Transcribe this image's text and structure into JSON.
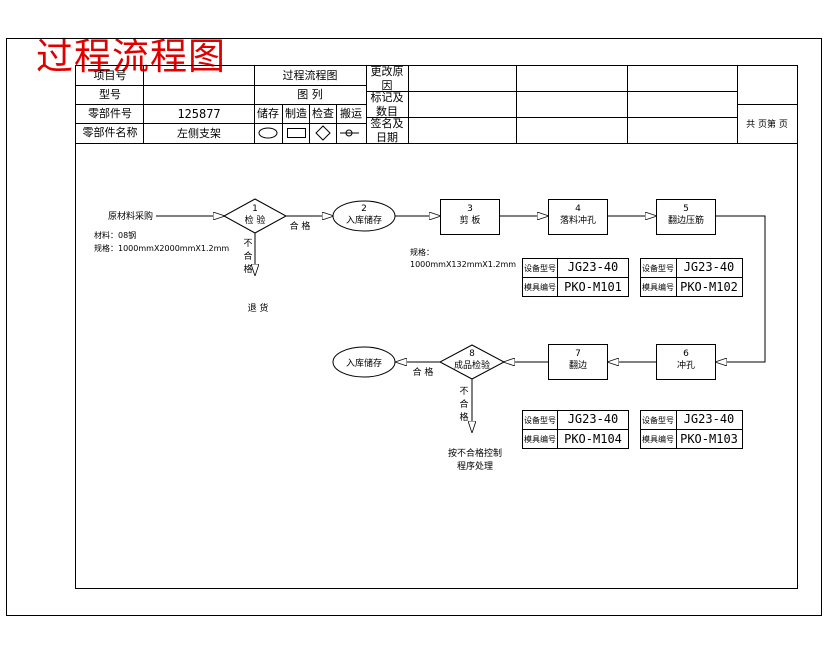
{
  "page_title": "过程流程图",
  "header": {
    "labels": {
      "project_no": "项目号",
      "model": "型号",
      "part_no": "零部件号",
      "part_name": "零部件名称"
    },
    "values": {
      "part_no": "125877",
      "part_name": "左侧支架"
    },
    "chart_title": "过程流程图",
    "legend_title": "图        列",
    "legend_items": [
      "储存",
      "制造",
      "检查",
      "搬运"
    ],
    "right_labels": {
      "change_reason": "更改原因",
      "mark_and_count": "标记及数目",
      "sign_and_date": "签名及日期"
    },
    "page_info": "共  页第  页"
  },
  "flow": {
    "raw_material": "原材料采购",
    "material_label": "材料：08钢",
    "spec_label": "规格：1000mmX2000mmX1.2mm",
    "step1_no": "1",
    "step1_label": "检  验",
    "step1_pass": "合  格",
    "step1_fail": [
      "不",
      "合",
      "格"
    ],
    "step1_reject": "退   货",
    "step2_no": "2",
    "step2_label": "入库储存",
    "step3_no": "3",
    "step3_label": "剪  板",
    "step3_spec1": "规格：",
    "step3_spec2": "1000mmX132mmX1.2mm",
    "step4_no": "4",
    "step4_label": "落料冲孔",
    "step5_no": "5",
    "step5_label": "翻边压筋",
    "step6_no": "6",
    "step6_label": "冲孔",
    "step7_no": "7",
    "step7_label": "翻边",
    "step8_no": "8",
    "step8_label": "成品检验",
    "step8_pass": "合  格",
    "step8_fail": [
      "不",
      "合",
      "格"
    ],
    "step8_handle": [
      "按不合格控制",
      "程序处理"
    ],
    "store_final": "入库储存"
  },
  "equipment": {
    "equip_label": "设备型号",
    "tool_label": "模具编号",
    "eq4": {
      "equip": "JG23-40",
      "tool": "PKO-M101"
    },
    "eq5": {
      "equip": "JG23-40",
      "tool": "PKO-M102"
    },
    "eq7": {
      "equip": "JG23-40",
      "tool": "PKO-M104"
    },
    "eq6": {
      "equip": "JG23-40",
      "tool": "PKO-M103"
    }
  }
}
